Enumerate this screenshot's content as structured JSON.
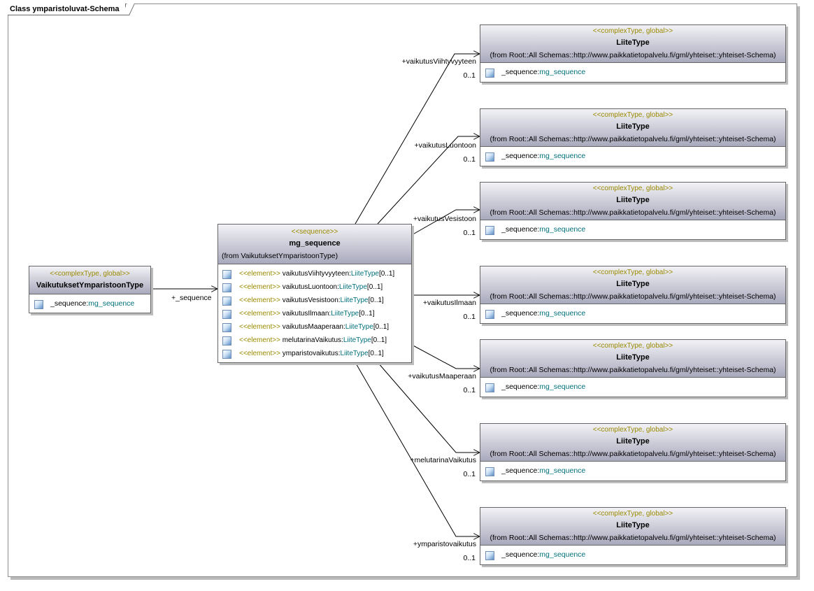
{
  "frame": {
    "title": "Class ymparistoluvat-Schema"
  },
  "source_class": {
    "stereotype": "<<complexType, global>>",
    "name": "VaikutuksetYmparistoonType",
    "attr_name": "_sequence:",
    "attr_type": "mg_sequence"
  },
  "sequence": {
    "stereotype": "<<sequence>>",
    "name": "mg_sequence",
    "from": "(from VaikutuksetYmparistoonType)",
    "role_in": "+_sequence",
    "elements": [
      {
        "stereo": "<<element>>",
        "name": "vaikutusViihtyvyyteen:",
        "type": "LiiteType",
        "mult": "[0..1]"
      },
      {
        "stereo": "<<element>>",
        "name": "vaikutusLuontoon:",
        "type": "LiiteType",
        "mult": "[0..1]"
      },
      {
        "stereo": "<<element>>",
        "name": "vaikutusVesistoon:",
        "type": "LiiteType",
        "mult": "[0..1]"
      },
      {
        "stereo": "<<element>>",
        "name": "vaikutusIlmaan:",
        "type": "LiiteType",
        "mult": "[0..1]"
      },
      {
        "stereo": "<<element>>",
        "name": "vaikutusMaaperaan:",
        "type": "LiiteType",
        "mult": "[0..1]"
      },
      {
        "stereo": "<<element>>",
        "name": "melutarinaVaikutus:",
        "type": "LiiteType",
        "mult": "[0..1]"
      },
      {
        "stereo": "<<element>>",
        "name": "ymparistovaikutus:",
        "type": "LiiteType",
        "mult": "[0..1]"
      }
    ]
  },
  "targets": [
    {
      "stereotype": "<<complexType, global>>",
      "name": "LiiteType",
      "from": "(from Root::All Schemas::http://www.paikkatietopalvelu.fi/gml/yhteiset::yhteiset-Schema)",
      "attr_name": "_sequence:",
      "attr_type": "mg_sequence",
      "role": "+vaikutusViihtyvyyteen",
      "mult": "0..1"
    },
    {
      "stereotype": "<<complexType, global>>",
      "name": "LiiteType",
      "from": "(from Root::All Schemas::http://www.paikkatietopalvelu.fi/gml/yhteiset::yhteiset-Schema)",
      "attr_name": "_sequence:",
      "attr_type": "mg_sequence",
      "role": "+vaikutusLuontoon",
      "mult": "0..1"
    },
    {
      "stereotype": "<<complexType, global>>",
      "name": "LiiteType",
      "from": "(from Root::All Schemas::http://www.paikkatietopalvelu.fi/gml/yhteiset::yhteiset-Schema)",
      "attr_name": "_sequence:",
      "attr_type": "mg_sequence",
      "role": "+vaikutusVesistoon",
      "mult": "0..1"
    },
    {
      "stereotype": "<<complexType, global>>",
      "name": "LiiteType",
      "from": "(from Root::All Schemas::http://www.paikkatietopalvelu.fi/gml/yhteiset::yhteiset-Schema)",
      "attr_name": "_sequence:",
      "attr_type": "mg_sequence",
      "role": "+vaikutusIlmaan",
      "mult": "0..1"
    },
    {
      "stereotype": "<<complexType, global>>",
      "name": "LiiteType",
      "from": "(from Root::All Schemas::http://www.paikkatietopalvelu.fi/gml/yhteiset::yhteiset-Schema)",
      "attr_name": "_sequence:",
      "attr_type": "mg_sequence",
      "role": "+vaikutusMaaperaan",
      "mult": "0..1"
    },
    {
      "stereotype": "<<complexType, global>>",
      "name": "LiiteType",
      "from": "(from Root::All Schemas::http://www.paikkatietopalvelu.fi/gml/yhteiset::yhteiset-Schema)",
      "attr_name": "_sequence:",
      "attr_type": "mg_sequence",
      "role": "+melutarinaVaikutus",
      "mult": "0..1"
    },
    {
      "stereotype": "<<complexType, global>>",
      "name": "LiiteType",
      "from": "(from Root::All Schemas::http://www.paikkatietopalvelu.fi/gml/yhteiset::yhteiset-Schema)",
      "attr_name": "_sequence:",
      "attr_type": "mg_sequence",
      "role": "+ymparistovaikutus",
      "mult": "0..1"
    }
  ],
  "colors": {
    "stereotype": "#9a8a00",
    "type_link": "#00707a",
    "header_top": "#f2f2f6",
    "header_bottom": "#a9a9bd"
  },
  "icons": {
    "attribute": "attribute-icon"
  }
}
